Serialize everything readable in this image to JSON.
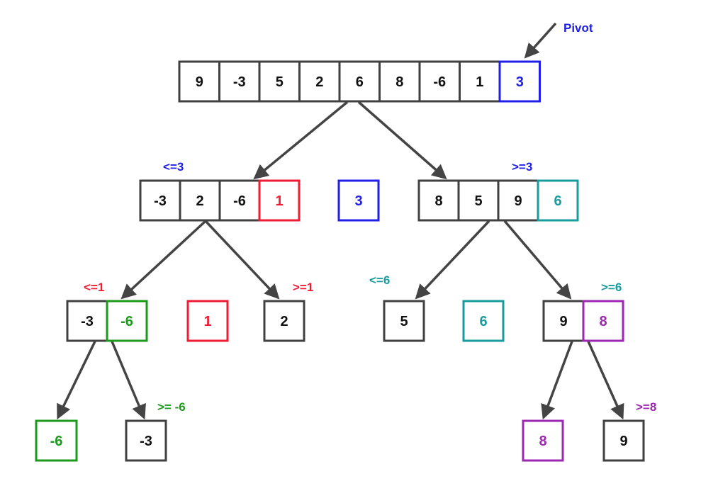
{
  "colors": {
    "default": "#404040",
    "text": "#111111",
    "arrow": "#444444",
    "blue": "#1f1fe8",
    "red": "#f01c34",
    "teal": "#1a9ba0",
    "green": "#1c9a1c",
    "purple": "#9c27b0"
  },
  "pivot_label": "Pivot",
  "arrays": [
    {
      "id": "root",
      "cells": [
        "9",
        "-3",
        "5",
        "2",
        "6",
        "8",
        "-6",
        "1",
        "3"
      ],
      "highlight": [
        {
          "index": 8,
          "color": "blue"
        }
      ]
    },
    {
      "id": "left-1",
      "cells": [
        "-3",
        "2",
        "-6",
        "1"
      ],
      "highlight": [
        {
          "index": 3,
          "color": "red"
        }
      ]
    },
    {
      "id": "pivot-1",
      "cells": [
        "3"
      ],
      "highlight": [
        {
          "index": 0,
          "color": "blue"
        }
      ]
    },
    {
      "id": "right-1",
      "cells": [
        "8",
        "5",
        "9",
        "6"
      ],
      "highlight": [
        {
          "index": 3,
          "color": "teal"
        }
      ]
    },
    {
      "id": "left-2",
      "cells": [
        "-3",
        "-6"
      ],
      "highlight": [
        {
          "index": 1,
          "color": "green"
        }
      ]
    },
    {
      "id": "pivot-2a",
      "cells": [
        "1"
      ],
      "highlight": [
        {
          "index": 0,
          "color": "red"
        }
      ]
    },
    {
      "id": "right-2a",
      "cells": [
        "2"
      ],
      "highlight": []
    },
    {
      "id": "left-2b",
      "cells": [
        "5"
      ],
      "highlight": []
    },
    {
      "id": "pivot-2b",
      "cells": [
        "6"
      ],
      "highlight": [
        {
          "index": 0,
          "color": "teal"
        }
      ]
    },
    {
      "id": "right-2b",
      "cells": [
        "9",
        "8"
      ],
      "highlight": [
        {
          "index": 1,
          "color": "purple"
        }
      ]
    },
    {
      "id": "left-3a",
      "cells": [
        "-6"
      ],
      "highlight": [
        {
          "index": 0,
          "color": "green"
        }
      ]
    },
    {
      "id": "right-3a",
      "cells": [
        "-3"
      ],
      "highlight": []
    },
    {
      "id": "left-3b",
      "cells": [
        "8"
      ],
      "highlight": [
        {
          "index": 0,
          "color": "purple"
        }
      ]
    },
    {
      "id": "right-3b",
      "cells": [
        "9"
      ],
      "highlight": []
    }
  ],
  "labels": [
    {
      "id": "le3",
      "text": "<=3",
      "color": "blue"
    },
    {
      "id": "ge3",
      "text": ">=3",
      "color": "blue"
    },
    {
      "id": "le1",
      "text": "<=1",
      "color": "red"
    },
    {
      "id": "ge1",
      "text": ">=1",
      "color": "red"
    },
    {
      "id": "le6",
      "text": "<=6",
      "color": "teal"
    },
    {
      "id": "ge6",
      "text": ">=6",
      "color": "teal"
    },
    {
      "id": "ge-6",
      "text": ">= -6",
      "color": "green"
    },
    {
      "id": "ge8",
      "text": ">=8",
      "color": "purple"
    }
  ]
}
